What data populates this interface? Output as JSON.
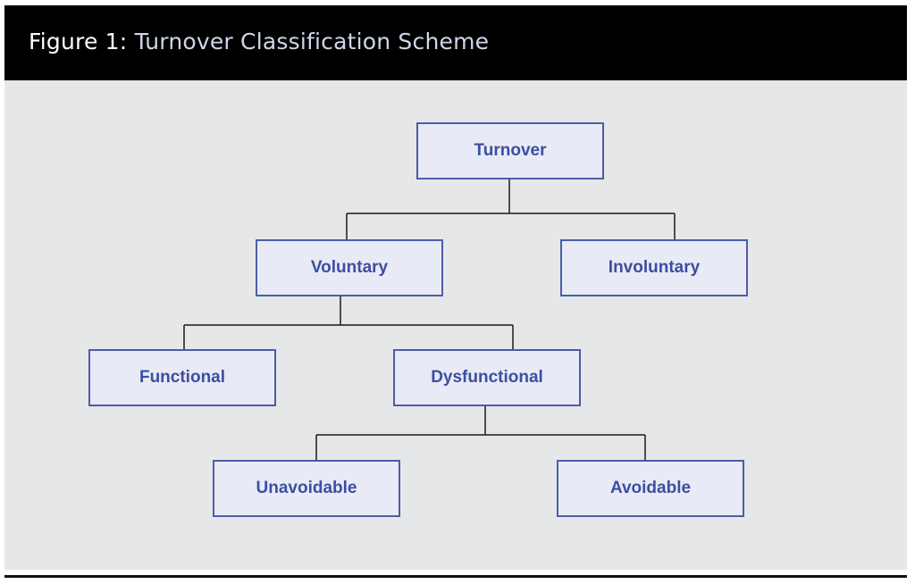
{
  "figure": {
    "label": "Figure 1:",
    "title": "Turnover Classification Scheme"
  },
  "nodes": {
    "root": "Turnover",
    "voluntary": "Voluntary",
    "involuntary": "Involuntary",
    "functional": "Functional",
    "dysfunctional": "Dysfunctional",
    "unavoidable": "Unavoidable",
    "avoidable": "Avoidable"
  },
  "colors": {
    "header_bg": "#000000",
    "header_text": "#ffffff",
    "diagram_bg": "#e6e7e8",
    "node_fill": "#e8eaf6",
    "node_border": "#4a5ea6",
    "node_text": "#3d4ea0",
    "connector": "#1a1a1a"
  }
}
